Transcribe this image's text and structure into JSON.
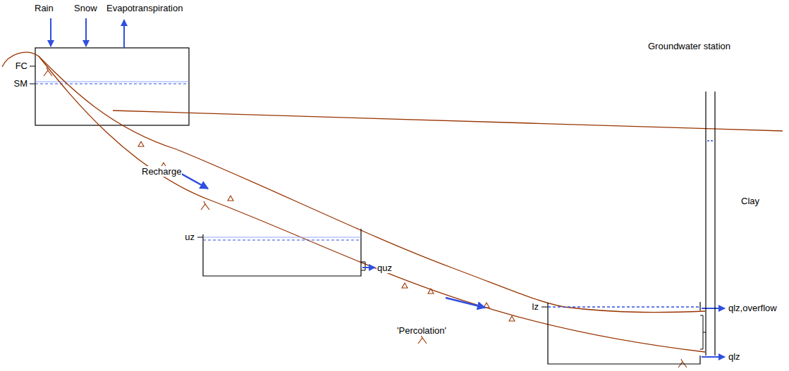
{
  "diagram": {
    "labels": [
      "Rain",
      "Snow",
      "Evapotranspiration",
      "FC",
      "SM",
      "Groundwater station",
      "Recharge",
      "Clay",
      "uz",
      "quz",
      "'Percolation'",
      "lz",
      "qlz,overflow",
      "qlz"
    ]
  }
}
